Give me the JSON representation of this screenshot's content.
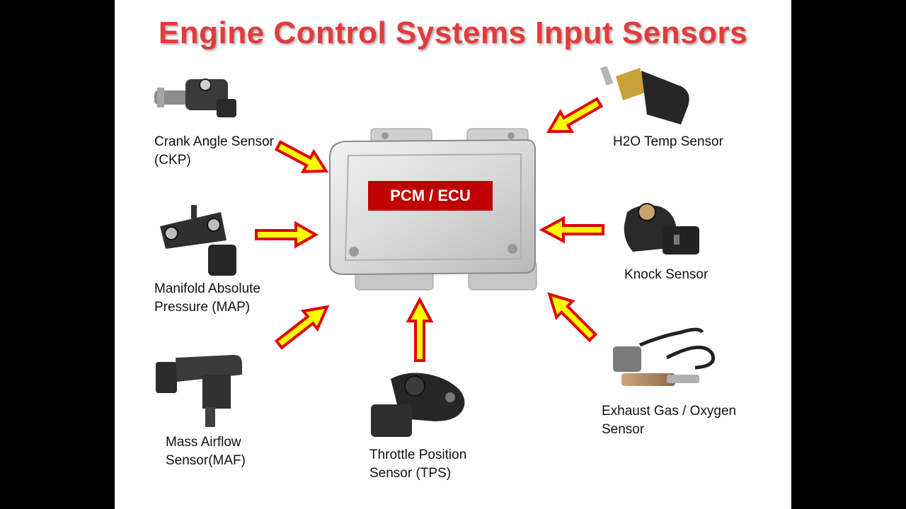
{
  "title": "Engine Control Systems Input Sensors",
  "ecu": {
    "label": "PCM / ECU"
  },
  "sensors": [
    {
      "line1": "Crank Angle Sensor",
      "line2": "(CKP)"
    },
    {
      "line1": "Manifold Absolute",
      "line2": "Pressure (MAP)"
    },
    {
      "line1": "Mass Airflow",
      "line2": "Sensor(MAF)"
    },
    {
      "line1": "Throttle Position",
      "line2": "Sensor (TPS)"
    },
    {
      "line1": "H2O Temp Sensor"
    },
    {
      "line1": "Knock Sensor"
    },
    {
      "line1": "Exhaust Gas / Oxygen",
      "line2": "Sensor"
    }
  ],
  "colors": {
    "title": "#e33b3b",
    "arrow_fill": "#ffff00",
    "arrow_stroke": "#e00000",
    "ecu_label_bg": "#c00000"
  }
}
